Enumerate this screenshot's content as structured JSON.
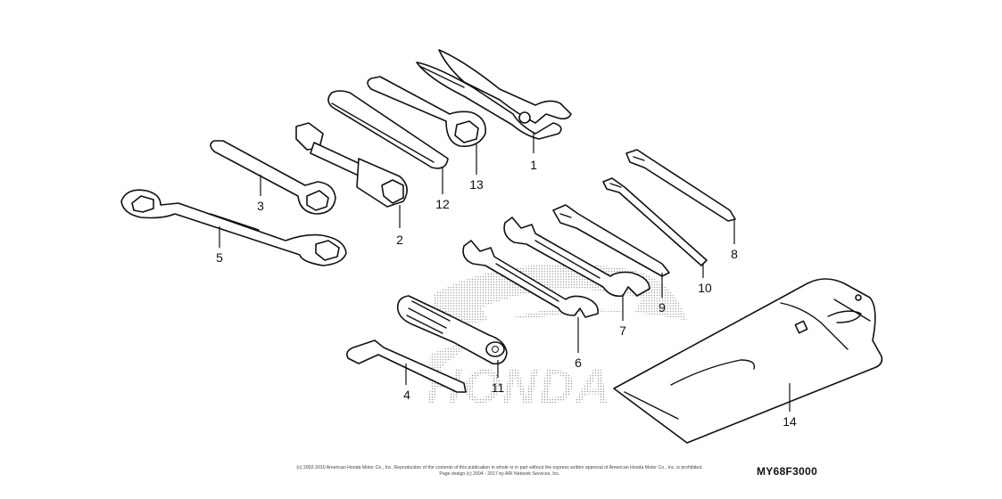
{
  "diagram": {
    "callouts": [
      {
        "id": "1",
        "label": "1"
      },
      {
        "id": "2",
        "label": "2"
      },
      {
        "id": "3",
        "label": "3"
      },
      {
        "id": "4",
        "label": "4"
      },
      {
        "id": "5",
        "label": "5"
      },
      {
        "id": "6",
        "label": "6"
      },
      {
        "id": "7",
        "label": "7"
      },
      {
        "id": "8",
        "label": "8"
      },
      {
        "id": "9",
        "label": "9"
      },
      {
        "id": "10",
        "label": "10"
      },
      {
        "id": "11",
        "label": "11"
      },
      {
        "id": "12",
        "label": "12"
      },
      {
        "id": "13",
        "label": "13"
      },
      {
        "id": "14",
        "label": "14"
      }
    ],
    "watermark": {
      "text": "HONDA",
      "color": "#b5b5b5"
    },
    "copyright": {
      "line1": "(c) 2002-2010 American Honda Motor Co., Inc. Reproduction of the contents of this publication in whole or in part without the express written approval of American Honda Motor Co., Inc. is prohibited.",
      "line2": "Page design (c) 2004 - 2017 by ARI Network Services, Inc."
    },
    "figure_code": "MY68F3000",
    "line_color": "#111111"
  }
}
